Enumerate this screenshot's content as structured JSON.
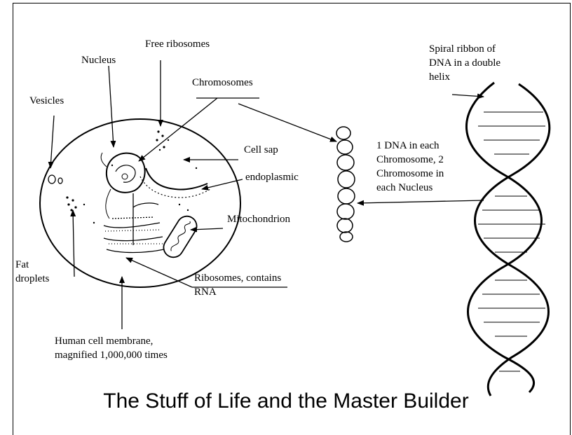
{
  "labels": {
    "free_ribosomes": "Free ribosomes",
    "nucleus": "Nucleus",
    "chromosomes": "Chromosomes",
    "vesicles": "Vesicles",
    "cell_sap": "Cell sap",
    "endoplasmic": "endoplasmic",
    "mitochondrion": "Mitochondrion",
    "fat_droplets": "Fat\ndroplets",
    "ribosomes_rna": "Ribosomes, contains\nRNA",
    "membrane": "Human cell membrane,\nmagnified 1,000,000 times",
    "dna_helix": "Spiral ribbon of\nDNA in a double\nhelix",
    "dna_per_chromosome": "1 DNA in each\nChromosome, 2\nChromosome in\neach Nucleus"
  },
  "caption": "The Stuff of Life and the Master Builder"
}
